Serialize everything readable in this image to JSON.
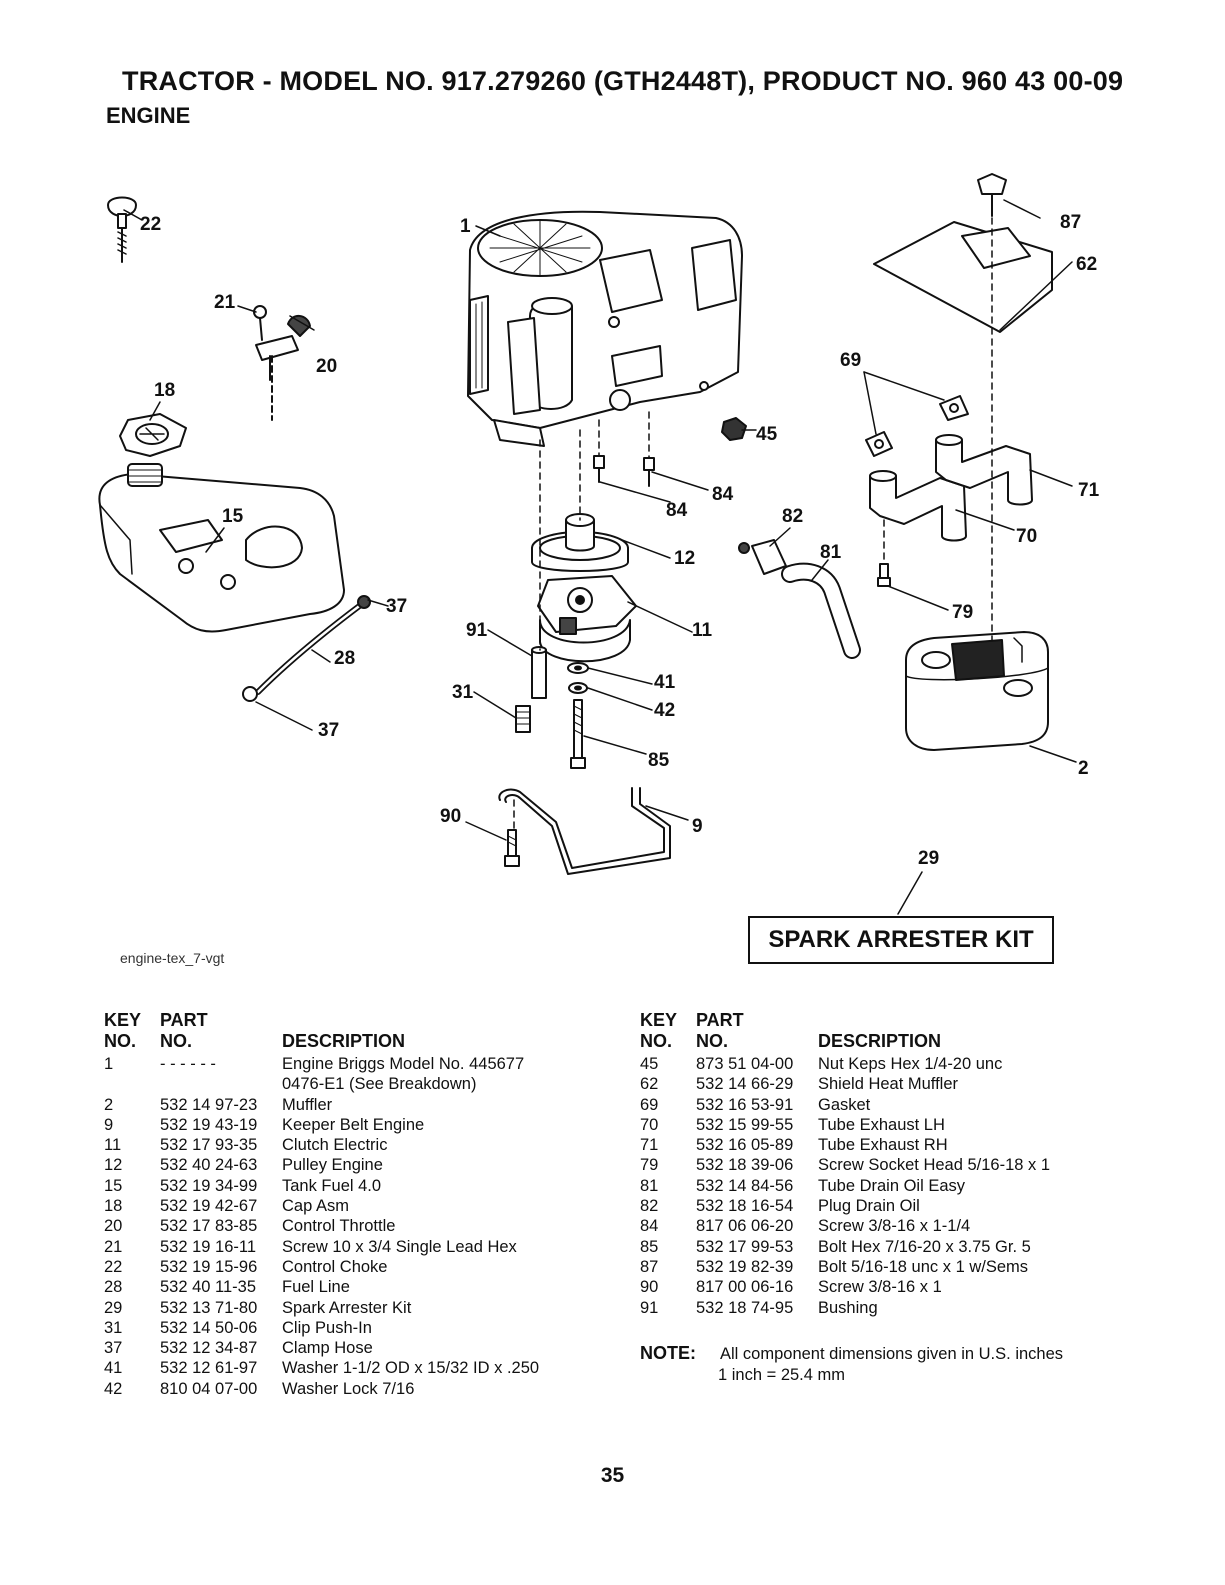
{
  "header": {
    "title": "TRACTOR - MODEL NO. 917.279260 (GTH2448T), PRODUCT NO. 960 43 00-09",
    "subtitle": "ENGINE"
  },
  "diagram": {
    "callouts": [
      "22",
      "1",
      "87",
      "21",
      "20",
      "62",
      "18",
      "69",
      "45",
      "84",
      "84",
      "71",
      "15",
      "82",
      "12",
      "81",
      "70",
      "37",
      "79",
      "91",
      "11",
      "28",
      "41",
      "31",
      "42",
      "37",
      "85",
      "2",
      "90",
      "9",
      "29"
    ],
    "figure_code": "engine-tex_7-vgt",
    "kit_label": "SPARK ARRESTER KIT"
  },
  "table_headers": {
    "key_top": "KEY",
    "part_top": "PART",
    "key_bottom": "NO.",
    "part_bottom": "NO.",
    "description": "DESCRIPTION"
  },
  "parts_left": [
    {
      "key": "1",
      "part": "- - - - - -",
      "desc": "Engine Briggs Model No. 445677"
    },
    {
      "key": "",
      "part": "",
      "desc": "0476-E1 (See Breakdown)"
    },
    {
      "key": "2",
      "part": "532 14 97-23",
      "desc": "Muffler"
    },
    {
      "key": "9",
      "part": "532 19 43-19",
      "desc": "Keeper Belt Engine"
    },
    {
      "key": "11",
      "part": "532 17 93-35",
      "desc": "Clutch Electric"
    },
    {
      "key": "12",
      "part": "532 40 24-63",
      "desc": "Pulley Engine"
    },
    {
      "key": "15",
      "part": "532 19 34-99",
      "desc": "Tank Fuel 4.0"
    },
    {
      "key": "18",
      "part": "532 19 42-67",
      "desc": "Cap Asm"
    },
    {
      "key": "20",
      "part": "532 17 83-85",
      "desc": "Control Throttle"
    },
    {
      "key": "21",
      "part": "532 19 16-11",
      "desc": "Screw 10 x 3/4 Single Lead Hex"
    },
    {
      "key": "22",
      "part": "532 19 15-96",
      "desc": "Control Choke"
    },
    {
      "key": "28",
      "part": "532 40 11-35",
      "desc": "Fuel Line"
    },
    {
      "key": "29",
      "part": "532 13 71-80",
      "desc": "Spark Arrester Kit"
    },
    {
      "key": "31",
      "part": "532 14 50-06",
      "desc": "Clip Push-In"
    },
    {
      "key": "37",
      "part": "532 12 34-87",
      "desc": "Clamp Hose"
    },
    {
      "key": "41",
      "part": "532 12 61-97",
      "desc": "Washer 1-1/2 OD x 15/32 ID x .250"
    },
    {
      "key": "42",
      "part": "810 04 07-00",
      "desc": "Washer Lock 7/16"
    }
  ],
  "parts_right": [
    {
      "key": "45",
      "part": "873 51 04-00",
      "desc": "Nut Keps Hex 1/4-20 unc"
    },
    {
      "key": "62",
      "part": "532 14 66-29",
      "desc": "Shield Heat Muffler"
    },
    {
      "key": "69",
      "part": "532 16 53-91",
      "desc": "Gasket"
    },
    {
      "key": "70",
      "part": "532 15 99-55",
      "desc": "Tube Exhaust LH"
    },
    {
      "key": "71",
      "part": "532 16 05-89",
      "desc": "Tube Exhaust RH"
    },
    {
      "key": "79",
      "part": "532 18 39-06",
      "desc": "Screw Socket Head 5/16-18 x 1"
    },
    {
      "key": "81",
      "part": "532 14 84-56",
      "desc": "Tube Drain Oil Easy"
    },
    {
      "key": "82",
      "part": "532 18 16-54",
      "desc": "Plug Drain Oil"
    },
    {
      "key": "84",
      "part": "817 06 06-20",
      "desc": "Screw 3/8-16 x 1-1/4"
    },
    {
      "key": "85",
      "part": "532 17 99-53",
      "desc": "Bolt Hex 7/16-20 x 3.75 Gr. 5"
    },
    {
      "key": "87",
      "part": "532 19 82-39",
      "desc": "Bolt 5/16-18 unc x 1 w/Sems"
    },
    {
      "key": "90",
      "part": "817 00 06-16",
      "desc": "Screw 3/8-16 x 1"
    },
    {
      "key": "91",
      "part": "532 18 74-95",
      "desc": "Bushing"
    }
  ],
  "note": {
    "label": "NOTE:",
    "line1": "All component dimensions given in U.S. inches",
    "line2": "1 inch = 25.4 mm"
  },
  "page_number": "35"
}
